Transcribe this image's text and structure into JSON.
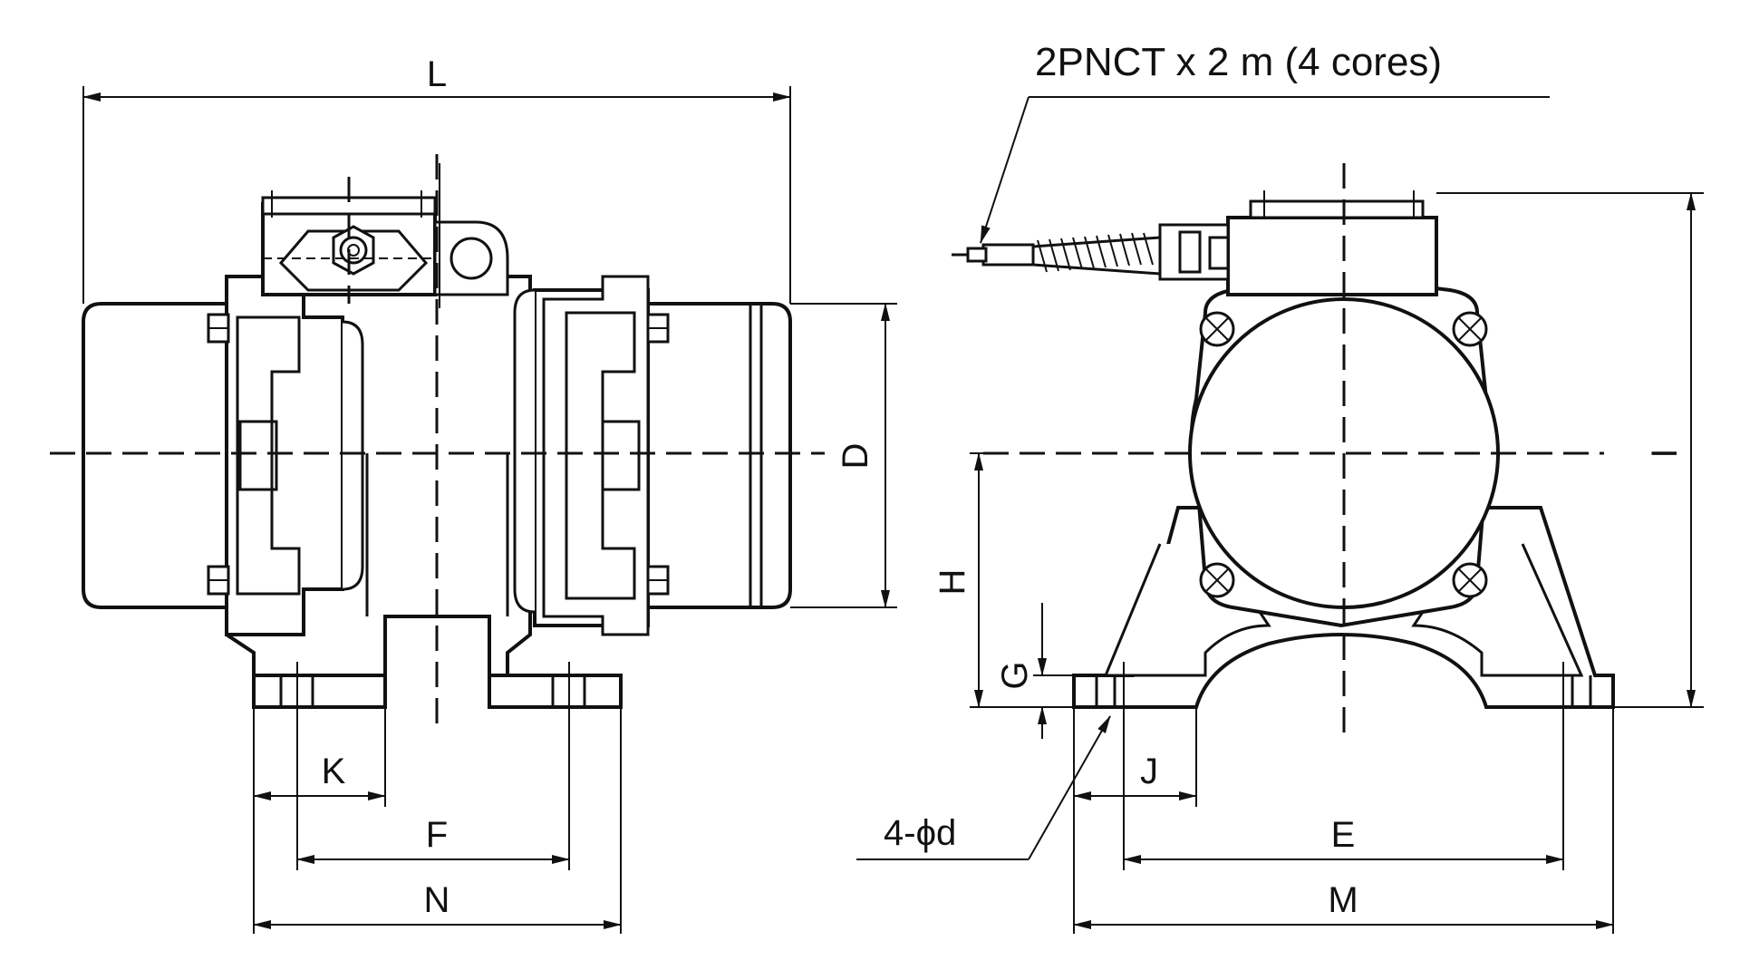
{
  "diagram": {
    "cable_label": "2PNCT x 2 m (4 cores)",
    "dimensions": {
      "L": "L",
      "D": "D",
      "K": "K",
      "F": "F",
      "N": "N",
      "H": "H",
      "G": "G",
      "I": "I",
      "J": "J",
      "E": "E",
      "M": "M",
      "hole": "4-ϕd"
    },
    "colors": {
      "line": "#111111",
      "background": "#ffffff"
    }
  }
}
